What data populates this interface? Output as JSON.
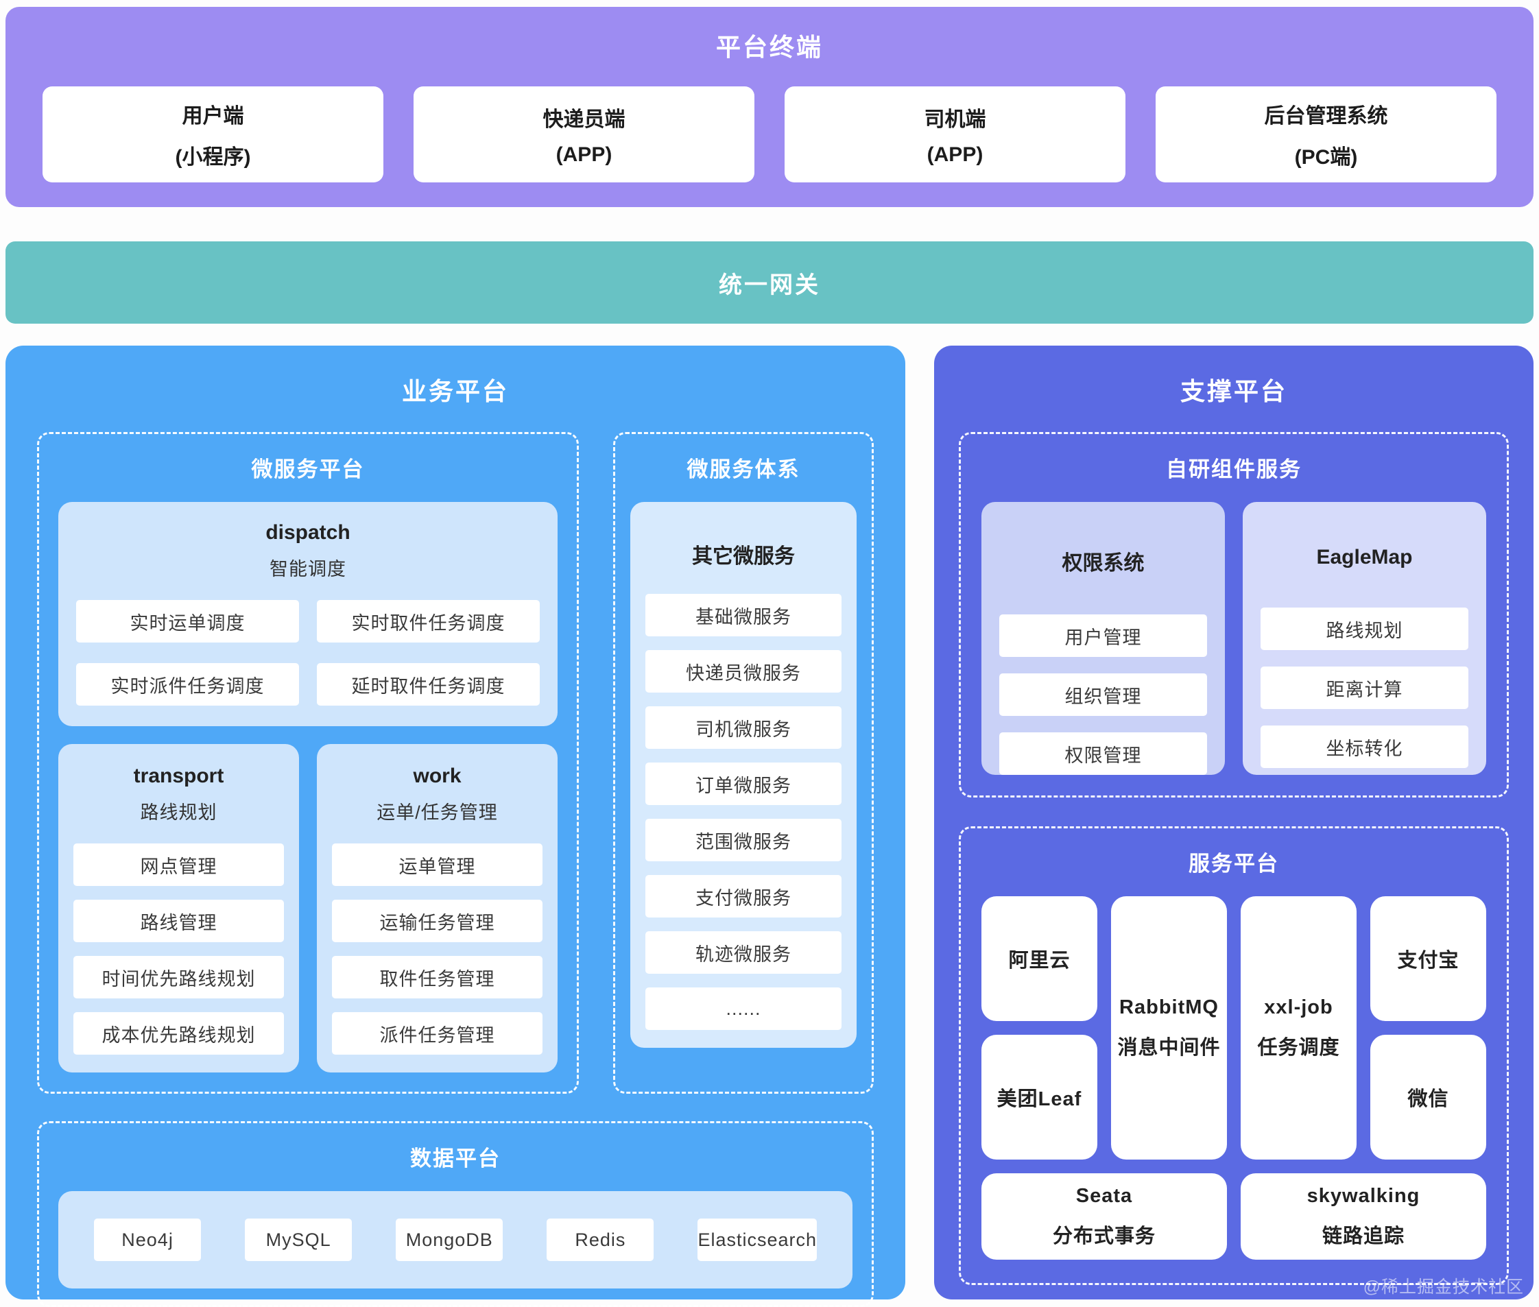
{
  "colors": {
    "terminal_band": "#9d8cf2",
    "gateway_band": "#68c2c4",
    "business_panel": "#4fa8f7",
    "support_panel": "#5b6ae3",
    "light_blue_card": "#cfe5fc",
    "other_services_card": "#d7eafd",
    "auth_card": "#c9d1f7",
    "eaglemap_card": "#d6dbfa",
    "item_box": "#ffffff"
  },
  "terminal": {
    "title": "平台终端",
    "boxes": [
      {
        "name": "用户端",
        "type": "(小程序)"
      },
      {
        "name": "快递员端",
        "type": "(APP)"
      },
      {
        "name": "司机端",
        "type": "(APP)"
      },
      {
        "name": "后台管理系统",
        "type": "(PC端)"
      }
    ]
  },
  "gateway": {
    "title": "统一网关"
  },
  "business": {
    "title": "业务平台",
    "microservice_platform": {
      "title": "微服务平台",
      "dispatch": {
        "title": "dispatch",
        "subtitle": "智能调度",
        "items": [
          "实时运单调度",
          "实时取件任务调度",
          "实时派件任务调度",
          "延时取件任务调度"
        ]
      },
      "transport": {
        "title": "transport",
        "subtitle": "路线规划",
        "items": [
          "网点管理",
          "路线管理",
          "时间优先路线规划",
          "成本优先路线规划"
        ]
      },
      "work": {
        "title": "work",
        "subtitle": "运单/任务管理",
        "items": [
          "运单管理",
          "运输任务管理",
          "取件任务管理",
          "派件任务管理"
        ]
      }
    },
    "microservice_system": {
      "title": "微服务体系",
      "other": {
        "title": "其它微服务",
        "items": [
          "基础微服务",
          "快递员微服务",
          "司机微服务",
          "订单微服务",
          "范围微服务",
          "支付微服务",
          "轨迹微服务",
          "......"
        ]
      }
    },
    "data_platform": {
      "title": "数据平台",
      "items": [
        "Neo4j",
        "MySQL",
        "MongoDB",
        "Redis",
        "Elasticsearch"
      ]
    }
  },
  "support": {
    "title": "支撑平台",
    "self_research": {
      "title": "自研组件服务",
      "auth": {
        "title": "权限系统",
        "items": [
          "用户管理",
          "组织管理",
          "权限管理"
        ]
      },
      "eaglemap": {
        "title": "EagleMap",
        "items": [
          "路线规划",
          "距离计算",
          "坐标转化"
        ]
      }
    },
    "service_platform": {
      "title": "服务平台",
      "aliyun": {
        "line1": "阿里云"
      },
      "rabbitmq": {
        "line1": "RabbitMQ",
        "line2": "消息中间件"
      },
      "xxljob": {
        "line1": "xxl-job",
        "line2": "任务调度"
      },
      "alipay": {
        "line1": "支付宝"
      },
      "meituan": {
        "line1": "美团Leaf"
      },
      "wechat": {
        "line1": "微信"
      },
      "seata": {
        "line1": "Seata",
        "line2": "分布式事务"
      },
      "skywalking": {
        "line1": "skywalking",
        "line2": "链路追踪"
      }
    }
  },
  "watermark": "@稀土掘金技术社区"
}
